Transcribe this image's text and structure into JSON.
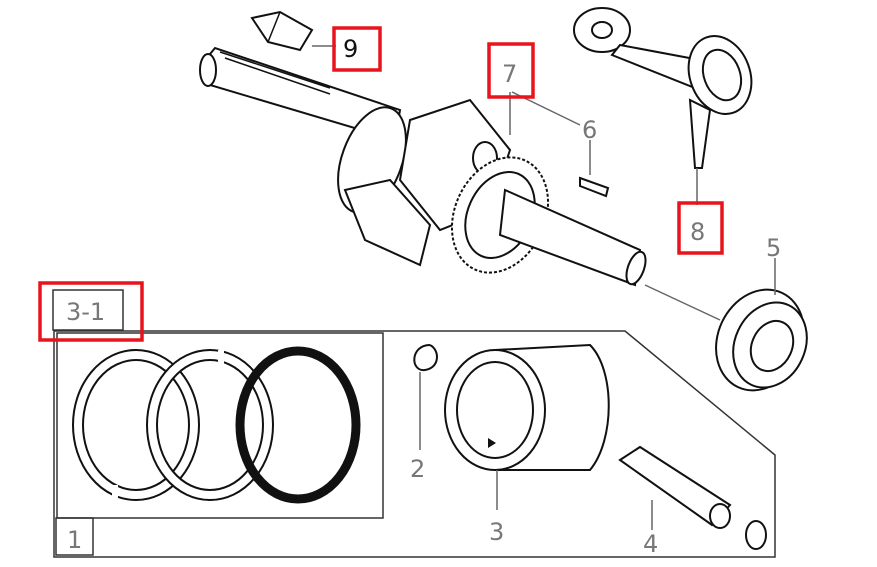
{
  "diagram": {
    "highlight_color": "#e8141b",
    "labels": {
      "part_9": "9",
      "part_7": "7",
      "part_6": "6",
      "part_8": "8",
      "part_5": "5",
      "part_3_1": "3-1",
      "part_2": "2",
      "part_3": "3",
      "part_1": "1",
      "part_4": "4"
    }
  }
}
